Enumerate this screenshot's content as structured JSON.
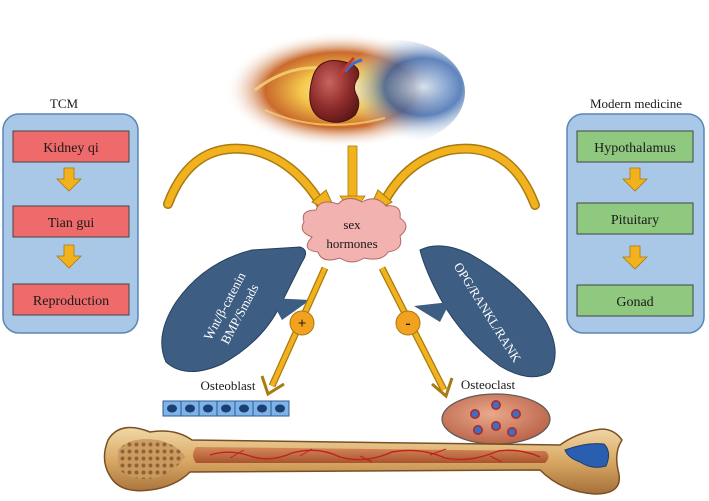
{
  "tcm": {
    "title": "TCM",
    "items": [
      "Kidney qi",
      "Tian gui",
      "Reproduction"
    ]
  },
  "modern": {
    "title": "Modern medicine",
    "items": [
      "Hypothalamus",
      "Pituitary",
      "Gonad"
    ]
  },
  "center": {
    "line1": "sex",
    "line2": "hormones"
  },
  "left_pathway": {
    "line1": "Wnt/β-catenin",
    "line2": "BMP/Smads",
    "sign": "+"
  },
  "right_pathway": {
    "line1": "OPG/RANKL/RANK",
    "sign": "-"
  },
  "cells": {
    "osteoblast": "Osteoblast",
    "osteoclast": "Osteoclast"
  },
  "colors": {
    "panel_fill": "#a9c7e6",
    "panel_stroke": "#5a86b5",
    "tcm_box": "#ef6b6b",
    "modern_box": "#8fc97f",
    "arrow": "#f2b21e",
    "arrow_stroke": "#a87a12",
    "pathway_fill": "#3d5d82",
    "cloud": "#f2b2b0"
  },
  "icons": [
    "kidney-icon",
    "bone-icon",
    "osteoblast-cells-icon",
    "osteoclast-cell-icon"
  ]
}
